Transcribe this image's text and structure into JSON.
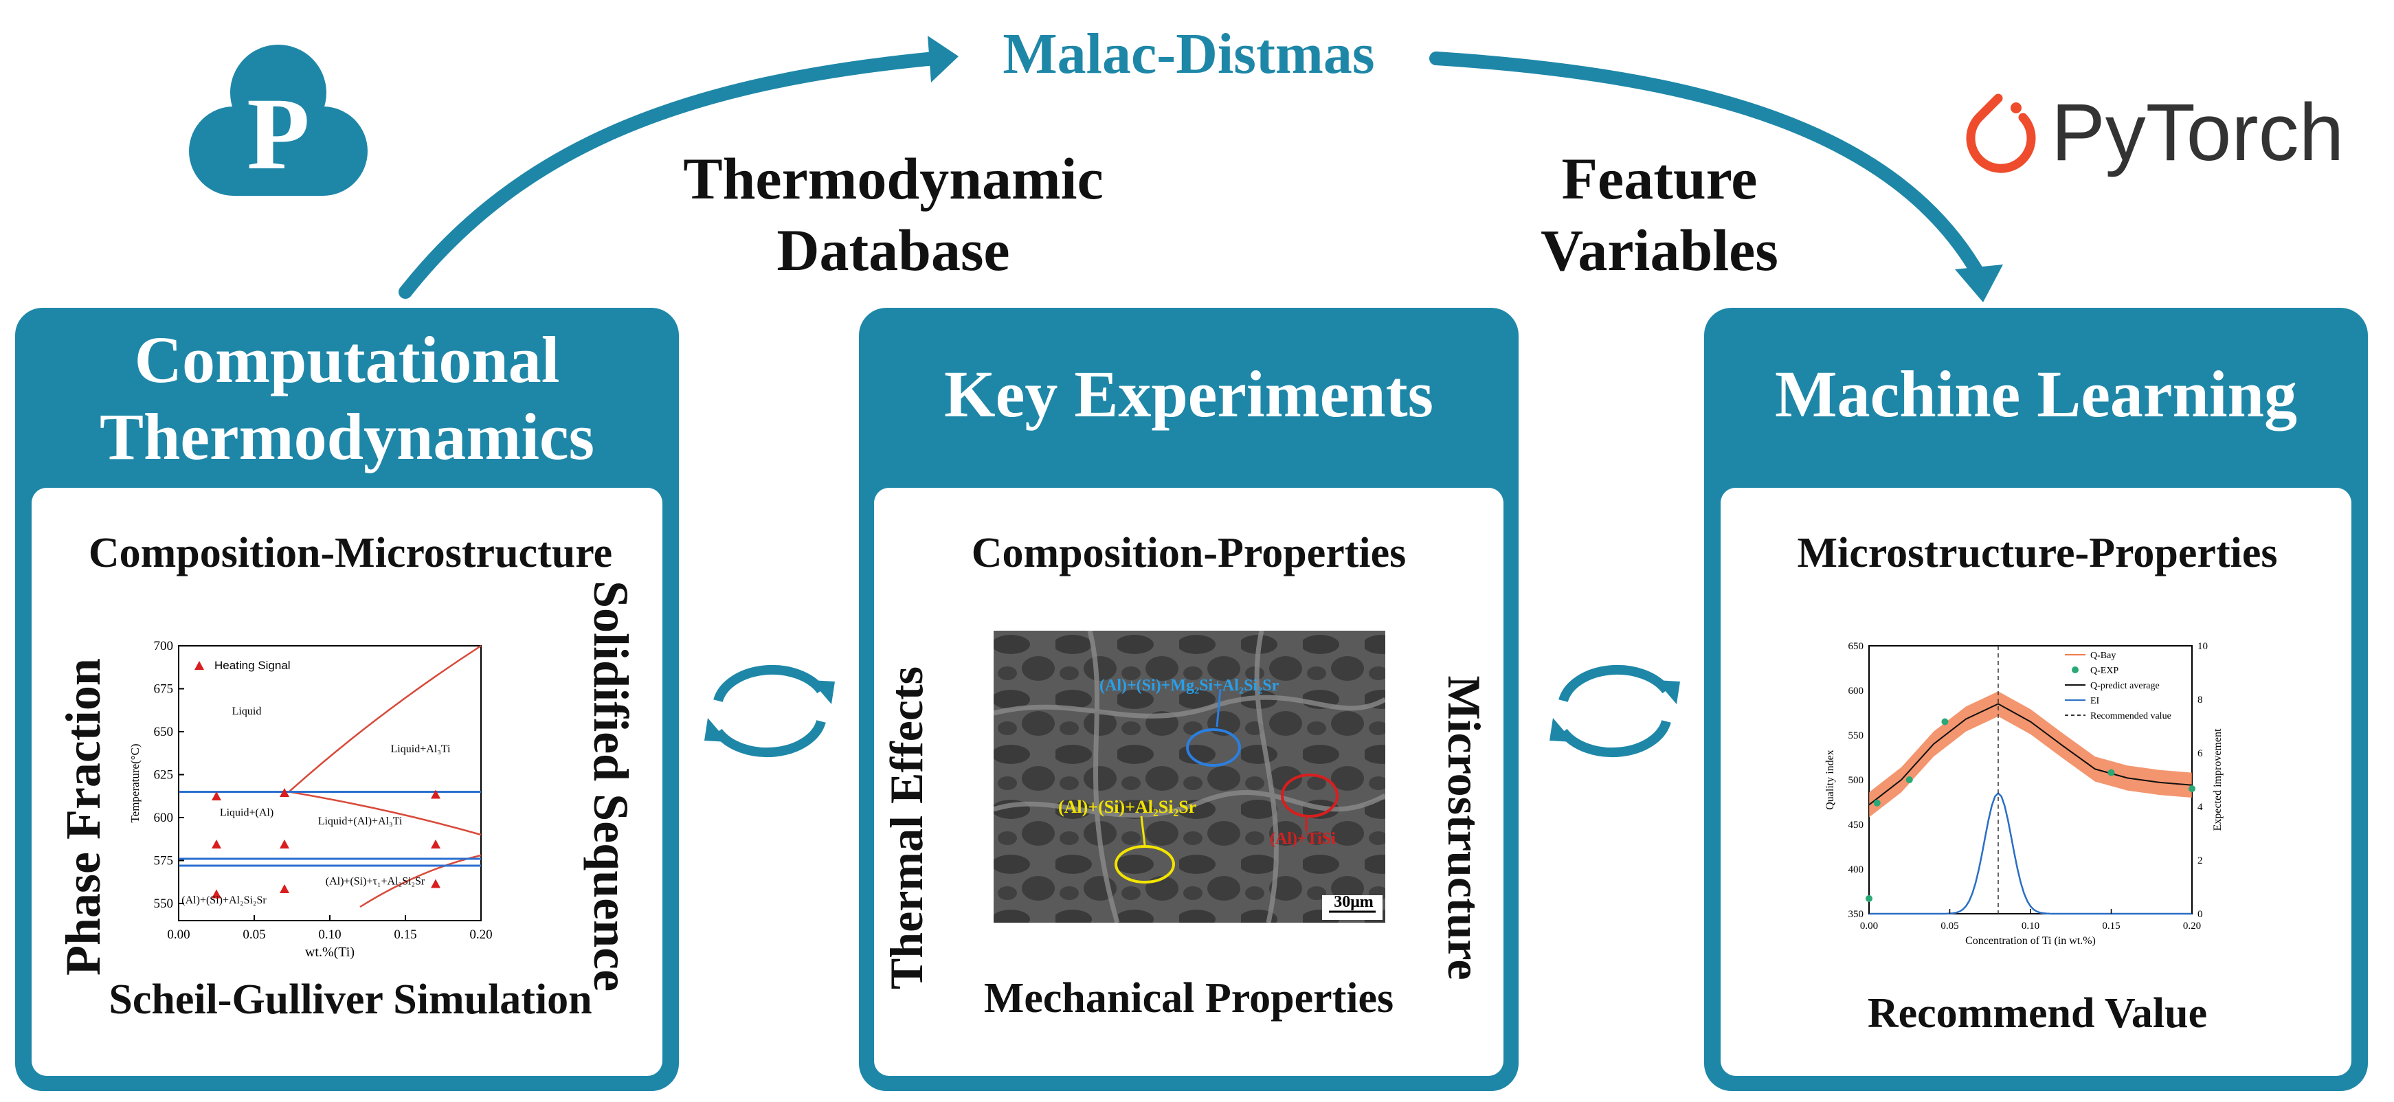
{
  "top": {
    "center_title": "Malac-Distmas",
    "left_label_line1": "Thermodynamic",
    "left_label_line2": "Database",
    "right_label_line1": "Feature",
    "right_label_line2": "Variables",
    "pytorch_text": "PyTorch",
    "colors": {
      "teal": "#1e87a8",
      "pytorch_red": "#ee4c2c"
    }
  },
  "panels": {
    "thermo": {
      "title_line1": "Computational",
      "title_line2": "Thermodynamics",
      "top_label": "Composition-Microstructure",
      "bottom_label": "Scheil-Gulliver Simulation",
      "left_label": "Phase Fraction",
      "right_label": "Solidified Sequence"
    },
    "experiments": {
      "title": "Key Experiments",
      "top_label": "Composition-Properties",
      "bottom_label": "Mechanical Properties",
      "left_label": "Thermal Effects",
      "right_label": "Microstructure"
    },
    "ml": {
      "title": "Machine Learning",
      "top_label": "Microstructure-Properties",
      "bottom_label": "Recommend Value"
    }
  },
  "phase_diagram": {
    "ylabel": "Temperature(°C)",
    "xlabel": "wt.%(Ti)",
    "xticks": [
      "0.00",
      "0.05",
      "0.10",
      "0.15",
      "0.20"
    ],
    "yticks": [
      "700",
      "675",
      "650",
      "625",
      "600",
      "575",
      "550"
    ],
    "legend": "Heating Signal",
    "regions": [
      "Liquid",
      "Liquid+Al₃Ti",
      "Liquid+(Al)",
      "Liquid+(Al)+Al₃Ti",
      "(Al)+(Si)+τ₁+Al₂Si₂Sr",
      "(Al)+(Si)+Al₂Si₂Sr"
    ],
    "points": [
      {
        "x": 0.025,
        "y": 612
      },
      {
        "x": 0.07,
        "y": 614
      },
      {
        "x": 0.17,
        "y": 613
      },
      {
        "x": 0.025,
        "y": 584
      },
      {
        "x": 0.07,
        "y": 584
      },
      {
        "x": 0.17,
        "y": 584
      },
      {
        "x": 0.025,
        "y": 555
      },
      {
        "x": 0.07,
        "y": 558
      },
      {
        "x": 0.17,
        "y": 561
      }
    ],
    "xlim": [
      0,
      0.2
    ],
    "ylim": [
      540,
      700
    ]
  },
  "micrograph": {
    "label_top": "(Al)+(Si)+Mg₂Si+Al₂Si₂Sr",
    "label_left": "(Al)+(Si)+Al₂Si₂Sr",
    "label_right": "(Al)+TiSi",
    "scale_bar": "30μm"
  },
  "ml_chart": {
    "ylabel_left": "Quality index",
    "ylabel_right": "Expected improvement",
    "xlabel": "Concentration of Ti (in wt.%)",
    "xticks": [
      "0.00",
      "0.05",
      "0.10",
      "0.15",
      "0.20"
    ],
    "yticks_left": [
      "650",
      "600",
      "550",
      "500",
      "450",
      "400",
      "350"
    ],
    "yticks_right": [
      "10",
      "8",
      "6",
      "4",
      "2",
      "0"
    ],
    "legend": [
      "Q-Bay",
      "Q-EXP",
      "Q-predict average",
      "EI",
      "Recommended value"
    ],
    "recommended_x": 0.08,
    "xlim": [
      0,
      0.2
    ],
    "ylim": [
      350,
      650
    ],
    "avg_line": [
      {
        "x": 0.0,
        "y": 472
      },
      {
        "x": 0.02,
        "y": 500
      },
      {
        "x": 0.04,
        "y": 540
      },
      {
        "x": 0.06,
        "y": 568
      },
      {
        "x": 0.08,
        "y": 585
      },
      {
        "x": 0.1,
        "y": 565
      },
      {
        "x": 0.12,
        "y": 538
      },
      {
        "x": 0.14,
        "y": 512
      },
      {
        "x": 0.16,
        "y": 502
      },
      {
        "x": 0.18,
        "y": 497
      },
      {
        "x": 0.2,
        "y": 494
      }
    ],
    "exp_points": [
      {
        "x": 0.005,
        "y": 474
      },
      {
        "x": 0.025,
        "y": 500
      },
      {
        "x": 0.047,
        "y": 565
      },
      {
        "x": 0.15,
        "y": 508
      },
      {
        "x": 0.2,
        "y": 490
      },
      {
        "x": 0.0,
        "y": 367
      }
    ]
  }
}
